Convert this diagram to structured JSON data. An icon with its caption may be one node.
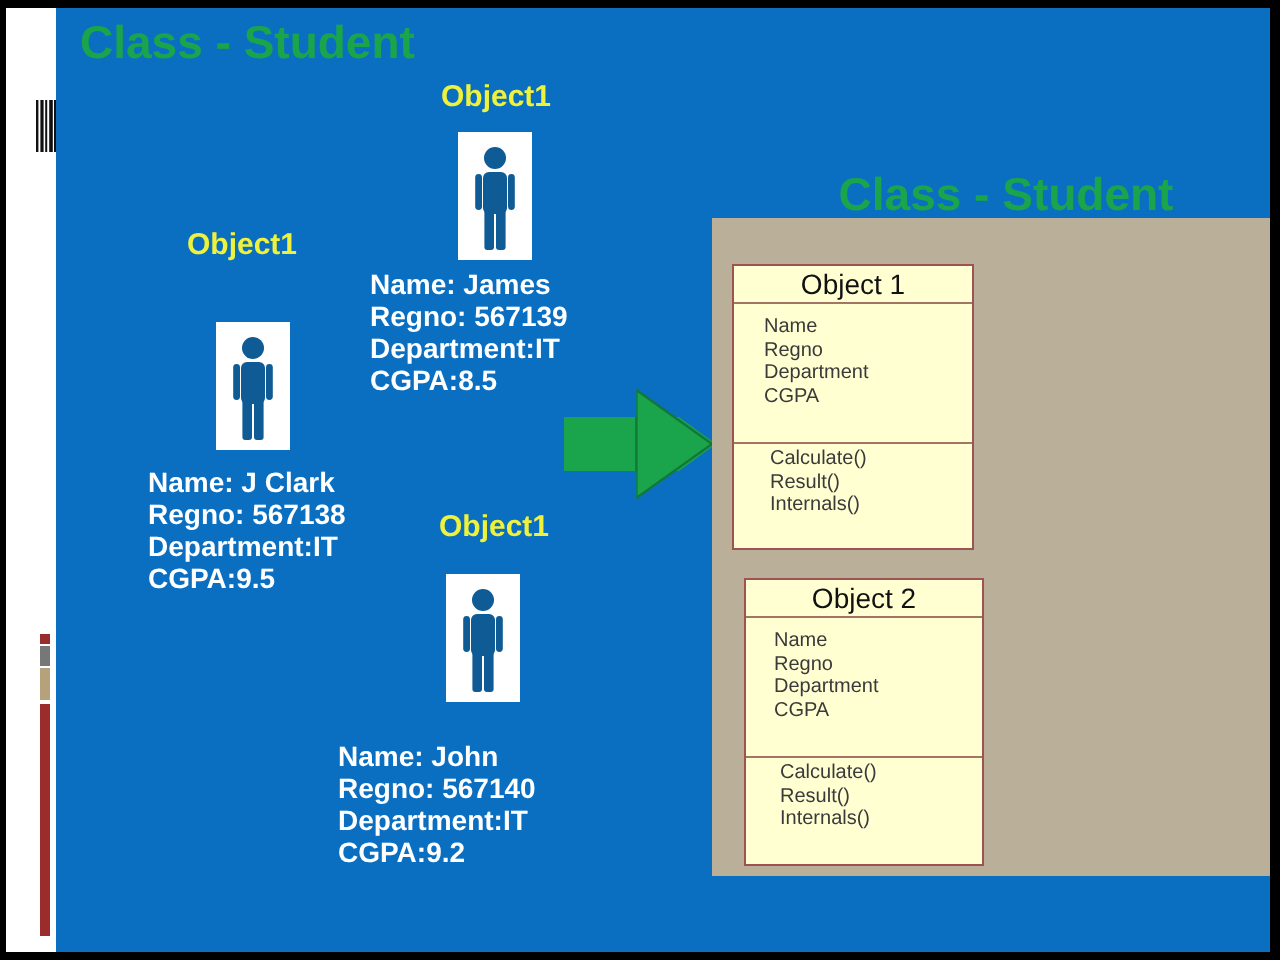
{
  "diagram": {
    "title": "Class - Student",
    "nodes": [
      {
        "text": [
          "Object1",
          "Name: James",
          "Regno: 567139",
          "Department:IT",
          "CGPA:8.5"
        ]
      },
      {
        "text": [
          "Object1",
          "Name: J Clark",
          "Regno: 567138",
          "Department:IT",
          "CGPA:9.5"
        ]
      },
      {
        "text": [
          "Object1",
          "Name: John",
          "Regno: 567140",
          "Department:IT",
          "CGPA:9.2"
        ]
      },
      {
        "text": [
          "Class - Student"
        ]
      },
      {
        "text": [
          "Object 1",
          "Name Regno Department CGPA",
          "Calculate() Result() Internals()"
        ],
        "in": 3
      },
      {
        "text": [
          "Object 2",
          "Name Regno Department CGPA",
          "Calculate() Result() Internals()"
        ],
        "in": 3
      }
    ],
    "edges": [
      {
        "from": null,
        "to": 3,
        "arrow": "to",
        "color": "#1aa54c"
      }
    ]
  }
}
